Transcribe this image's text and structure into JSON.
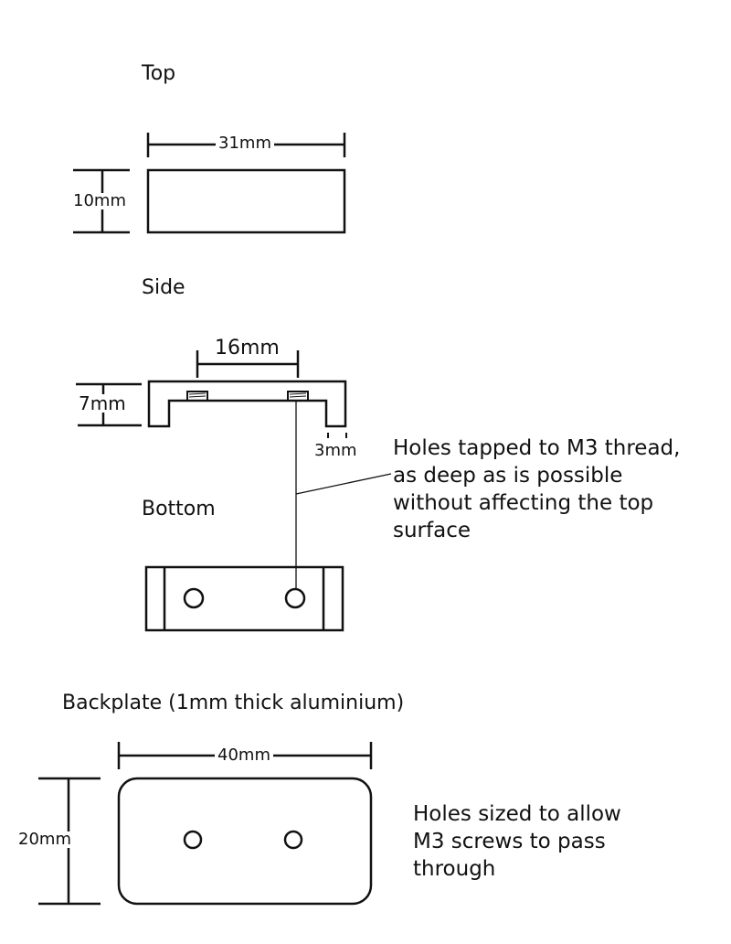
{
  "labels": {
    "top": "Top",
    "side": "Side",
    "bottom": "Bottom",
    "backplate": "Backplate (1mm thick aluminium)"
  },
  "dimensions": {
    "top_width": "31mm",
    "top_height": "10mm",
    "hole_spacing": "16mm",
    "side_height": "7mm",
    "leg_width": "3mm",
    "backplate_width": "40mm",
    "backplate_height": "20mm"
  },
  "notes": {
    "holes_tapped": "Holes tapped to M3 thread, as deep as is possible without affecting the top surface",
    "holes_sized": "Holes sized to allow M3 screws to pass through"
  }
}
